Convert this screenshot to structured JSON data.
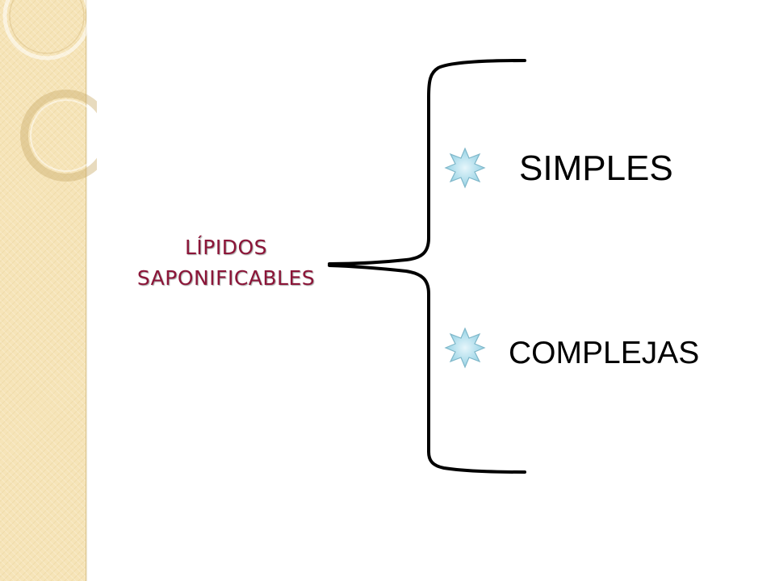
{
  "diagram": {
    "root": {
      "lines": [
        "LÍPIDOS",
        "SAPONIFICABLES"
      ],
      "color": "#8b1538"
    },
    "branches": [
      {
        "label": "SIMPLES",
        "bullet_icon": "star-icon"
      },
      {
        "label": "COMPLEJAS",
        "bullet_icon": "star-icon"
      }
    ],
    "connector": "curly-brace",
    "bullet_color": "#a8dcec"
  },
  "theme": {
    "sidebar_color": "#f6e4b8",
    "background": "#ffffff"
  }
}
